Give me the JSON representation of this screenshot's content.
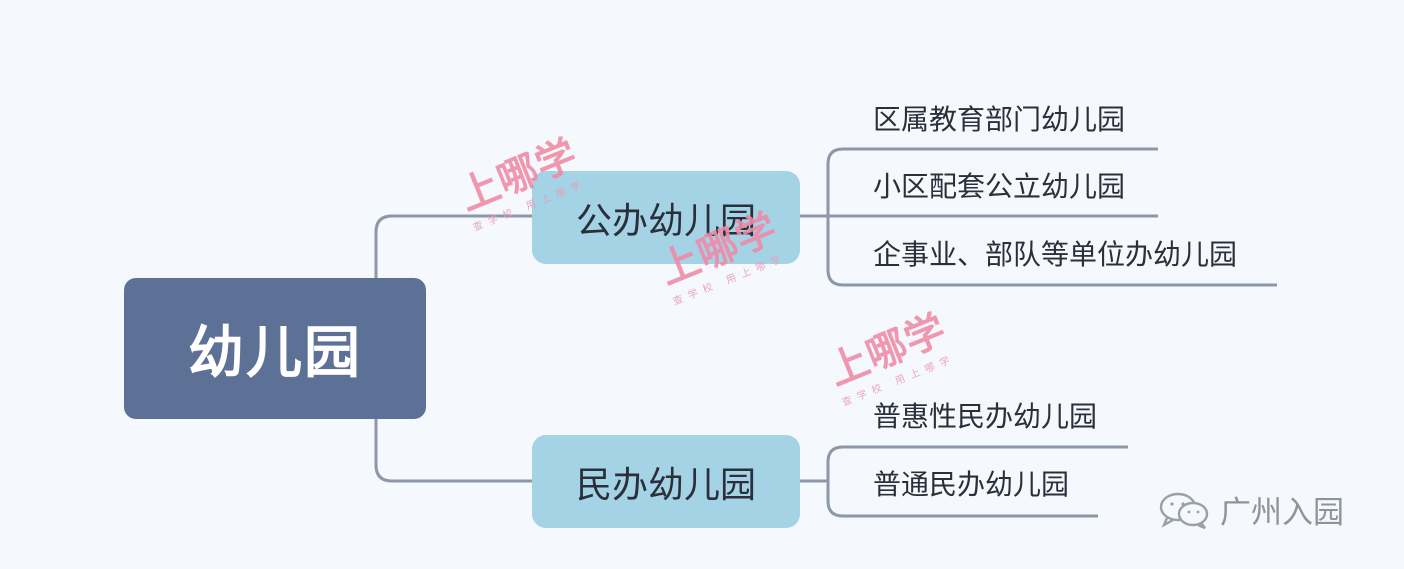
{
  "diagram": {
    "root": {
      "label": "幼儿园"
    },
    "branches": [
      {
        "label": "公办幼儿园",
        "children": [
          "区属教育部门幼儿园",
          "小区配套公立幼儿园",
          "企事业、部队等单位办幼儿园"
        ]
      },
      {
        "label": "民办幼儿园",
        "children": [
          "普惠性民办幼儿园",
          "普通民办幼儿园"
        ]
      }
    ],
    "colors": {
      "root_fill": "#5d7095",
      "branch_fill": "#a4d3e6",
      "connector": "#8d97a8",
      "background": "#f5f8fd"
    }
  },
  "watermarks": [
    {
      "main": "上哪学",
      "sub": "查学校 用上哪学"
    },
    {
      "main": "上哪学",
      "sub": "查学校 用上哪学"
    },
    {
      "main": "上哪学",
      "sub": "查学校 用上哪学"
    }
  ],
  "wechat": {
    "icon": "wechat-icon",
    "account_name": "广州入园"
  }
}
